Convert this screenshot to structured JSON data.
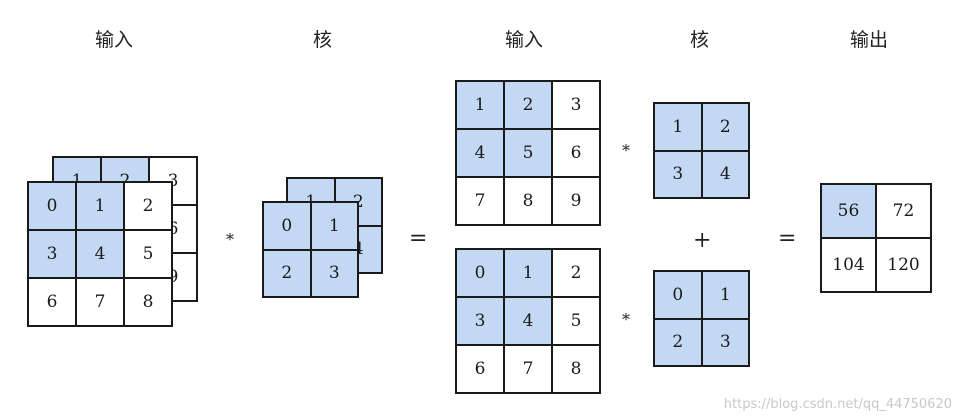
{
  "headers": {
    "input_left": "输入",
    "kernel_left": "核",
    "input_right": "输入",
    "kernel_right": "核",
    "output": "输出"
  },
  "operators": {
    "conv": "*",
    "equals": "=",
    "plus": "+"
  },
  "highlight_color": "#c2d8f3",
  "input_channel_0": [
    [
      "0",
      "1",
      "2"
    ],
    [
      "3",
      "4",
      "5"
    ],
    [
      "6",
      "7",
      "8"
    ]
  ],
  "input_channel_1": [
    [
      "1",
      "2",
      "3"
    ],
    [
      "4",
      "5",
      "6"
    ],
    [
      "7",
      "8",
      "9"
    ]
  ],
  "kernel_channel_0": [
    [
      "0",
      "1"
    ],
    [
      "2",
      "3"
    ]
  ],
  "kernel_channel_1": [
    [
      "1",
      "2"
    ],
    [
      "3",
      "4"
    ]
  ],
  "output": [
    [
      "56",
      "72"
    ],
    [
      "104",
      "120"
    ]
  ],
  "watermark": "https://blog.csdn.net/qq_44750620"
}
